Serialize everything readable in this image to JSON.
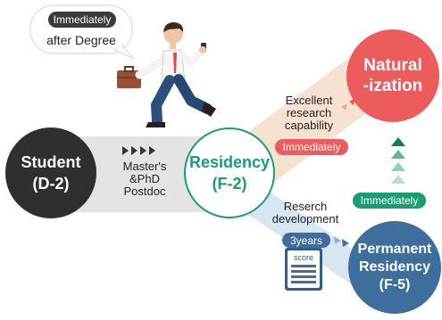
{
  "speech": {
    "badge": "Immediately",
    "text": "after Degree"
  },
  "student": {
    "line1": "Student",
    "line2": "(D-2)"
  },
  "residency": {
    "line1": "Residency",
    "line2": "(F-2)"
  },
  "naturalization": {
    "line1": "Natural",
    "line2": "-ization"
  },
  "permanent": {
    "line1": "Permanent",
    "line2": "Residency",
    "line3": "(F-5)"
  },
  "path_student_residency": {
    "line1": "Master's",
    "line2": "&PhD",
    "line3": "Postdoc"
  },
  "path_to_naturalization": {
    "line1": "Excellent",
    "line2": "research",
    "line3": "capability",
    "badge": "Immediately"
  },
  "path_to_permanent": {
    "line1": "Reserch",
    "line2": "development",
    "badge": "3years",
    "doc": "score"
  },
  "path_permanent_naturalization": {
    "badge": "Immediately"
  },
  "colors": {
    "student": "#2f2f2f",
    "residency": "#1a9c74",
    "naturalization": "#ec5c5c",
    "permanent": "#3e6f9c"
  }
}
